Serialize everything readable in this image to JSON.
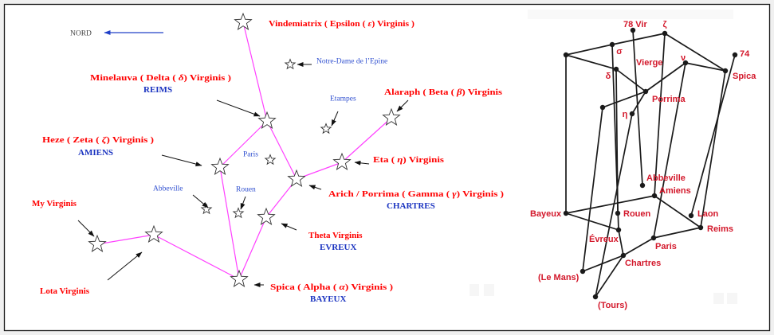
{
  "left_map": {
    "north_label": "NORD",
    "stars": {
      "vindemiatrix": {
        "prefix": "Vindemiatrix ( Epsilon ( ",
        "greek": "ε",
        "suffix": ") Virginis )"
      },
      "delta": {
        "prefix": "Minelauva ( Delta ( ",
        "greek": "δ",
        "suffix": ") Virginis )",
        "city": "REIMS"
      },
      "beta": {
        "prefix": "Alaraph ( Beta ( ",
        "greek": "β",
        "suffix": ") Virginis"
      },
      "zeta": {
        "prefix": "Heze ( Zeta ( ",
        "greek": "ζ",
        "suffix": ") Virginis )",
        "city": "AMIENS"
      },
      "eta": {
        "prefix": "Eta ( ",
        "greek": "η",
        "suffix": ") Virginis"
      },
      "gamma": {
        "prefix": "Arich / Porrima ( Gamma ( ",
        "greek": "γ",
        "suffix": ") Virginis )",
        "city": "CHARTRES"
      },
      "my": {
        "name": "My Virginis"
      },
      "theta": {
        "name": "Theta Virginis",
        "city": "EVREUX"
      },
      "lota": {
        "name": "Lota Virginis"
      },
      "spica": {
        "prefix": "Spica ( Alpha ( ",
        "greek": "α",
        "suffix": ") Virginis )",
        "city": "BAYEUX"
      }
    },
    "places": {
      "notre_dame": "Notre-Dame de l’Epine",
      "etampes": "Etampes",
      "paris": "Paris",
      "abbeville": "Abbeville",
      "rouen": "Rouen"
    }
  },
  "right_diagram": {
    "labels": {
      "vir78": "78 Vir",
      "zeta": "ζ",
      "sigma": "σ",
      "vierge": "Vierge",
      "nu": "ν",
      "n74": "74",
      "spica": "Spica",
      "delta": "δ",
      "porrima": "Porrima",
      "eta": "η",
      "abbeville": "Abbeville",
      "amiens": "Amiens",
      "bayeux": "Bayeux",
      "rouen": "Rouen",
      "laon": "Laon",
      "reims": "Reims",
      "evreux": "Évreux",
      "paris": "Paris",
      "chartres": "Chartres",
      "lemans": "(Le Mans)",
      "tours": "(Tours)"
    }
  },
  "colors": {
    "star_label": "#ff0000",
    "city_label": "#1a33c0",
    "place_label": "#3050d0",
    "constellation_line": "#ff40ff",
    "north_arrow": "#2040c8",
    "diagram_label": "#d3182b",
    "diagram_line": "#1a1a1a"
  }
}
